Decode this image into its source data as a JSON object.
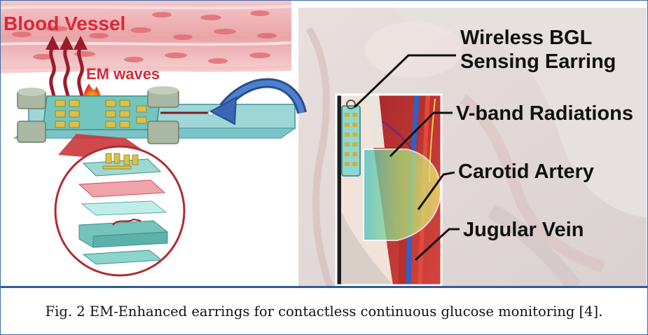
{
  "figure": {
    "blood_vessel_label": "Blood Vessel",
    "em_waves_label": "EM waves",
    "labels": {
      "earring": [
        "Wireless BGL",
        "Sensing Earring"
      ],
      "radiations": "V-band Radiations",
      "carotid": "Carotid Artery",
      "jugular": "Jugular Vein"
    },
    "colors": {
      "vessel_red": "#d8283a",
      "label_text": "#111111",
      "caption_border": "#2f5d95",
      "device_teal": "#6fc9c4"
    }
  },
  "caption": "Fig. 2 EM-Enhanced earrings for contactless continuous glucose monitoring [4]."
}
